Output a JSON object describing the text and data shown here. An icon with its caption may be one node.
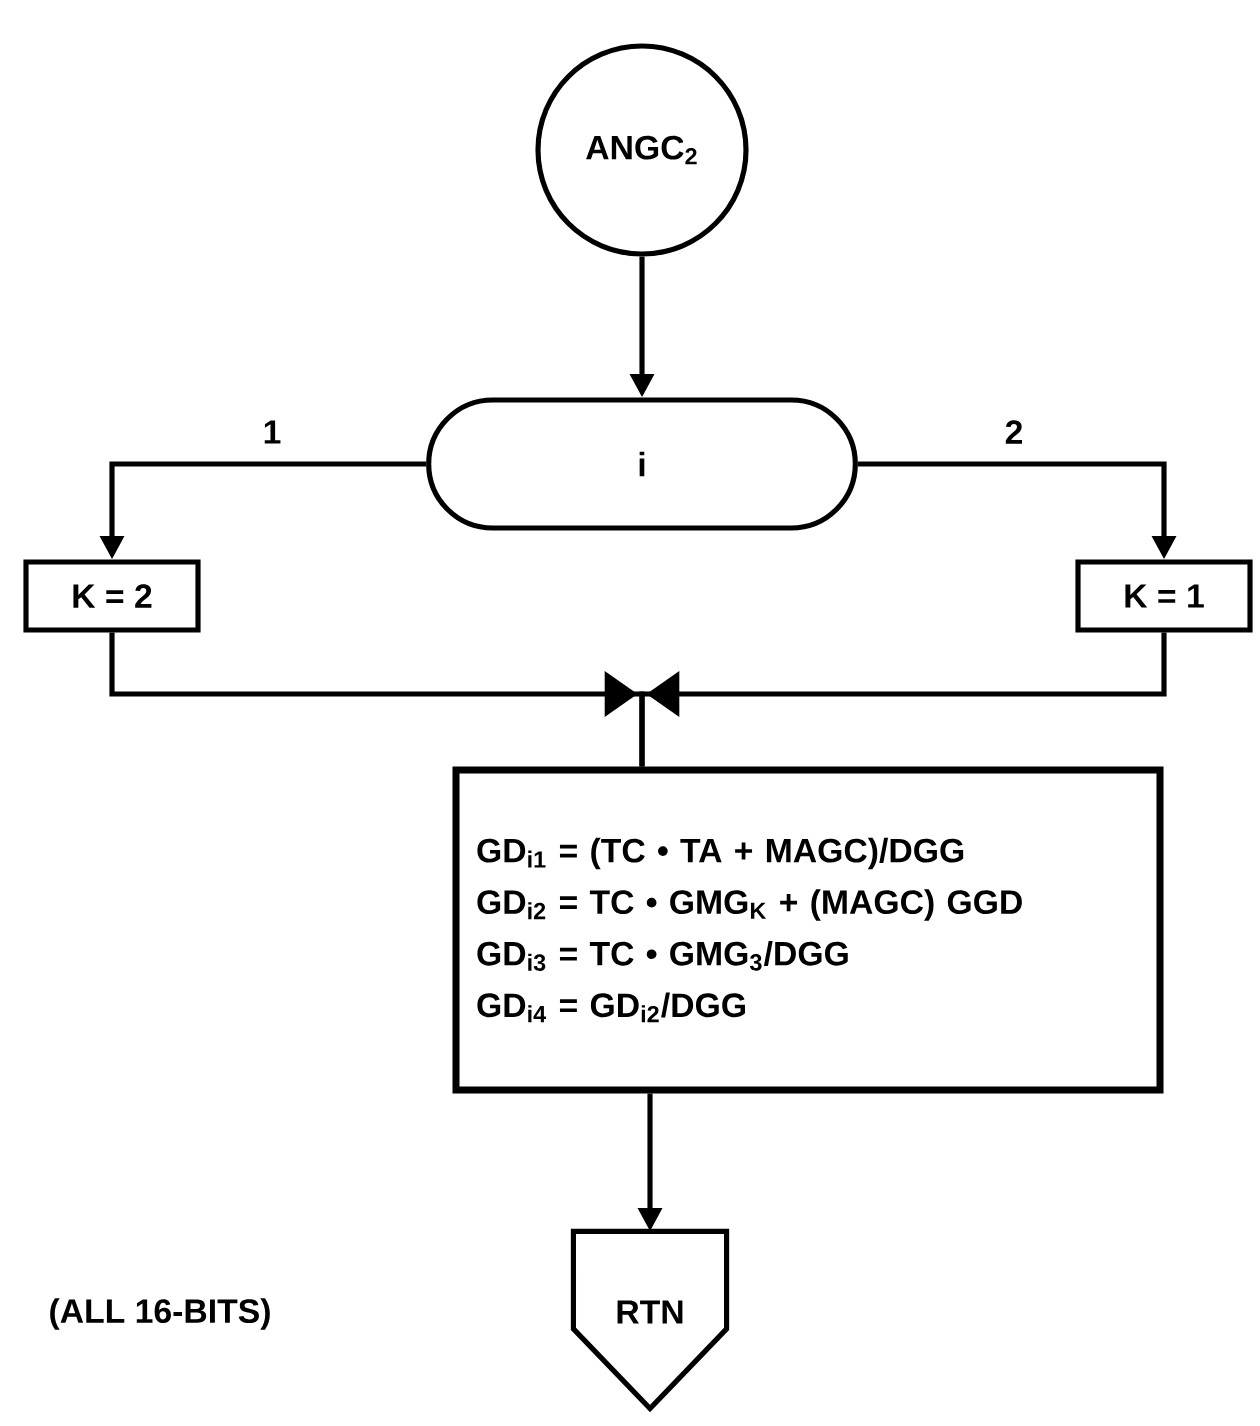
{
  "diagram": {
    "nodes": [
      {
        "text": [
          "ANGC$_{2}$"
        ]
      },
      {
        "text": [
          "i"
        ]
      },
      {
        "text": [
          "K = 2"
        ]
      },
      {
        "text": [
          "K = 1"
        ]
      },
      {
        "text": [
          "GD$_{i1}$ = (TC • TA + MAGC)/DGG",
          "GD$_{i2}$ = TC • GMG$_{K}$ + (MAGC) GGD",
          "GD$_{i3}$ = TC • GMG$_{3}$/DGG",
          "GD$_{i4}$ = GD$_{i2}$/DGG"
        ]
      },
      {
        "text": [
          "RTN"
        ]
      }
    ],
    "edges": [
      {
        "from": 0,
        "to": 1,
        "arrow": "to"
      },
      {
        "from": 1,
        "to": 2,
        "arrow": "to",
        "label": "1"
      },
      {
        "from": 1,
        "to": 3,
        "arrow": "to",
        "label": "2"
      },
      {
        "from": 2,
        "to": 4,
        "arrow": "to"
      },
      {
        "from": 3,
        "to": 4,
        "arrow": "to"
      },
      {
        "from": 4,
        "to": 5,
        "arrow": "to"
      }
    ],
    "labels": [
      "(ALL 16-BITS)"
    ]
  }
}
